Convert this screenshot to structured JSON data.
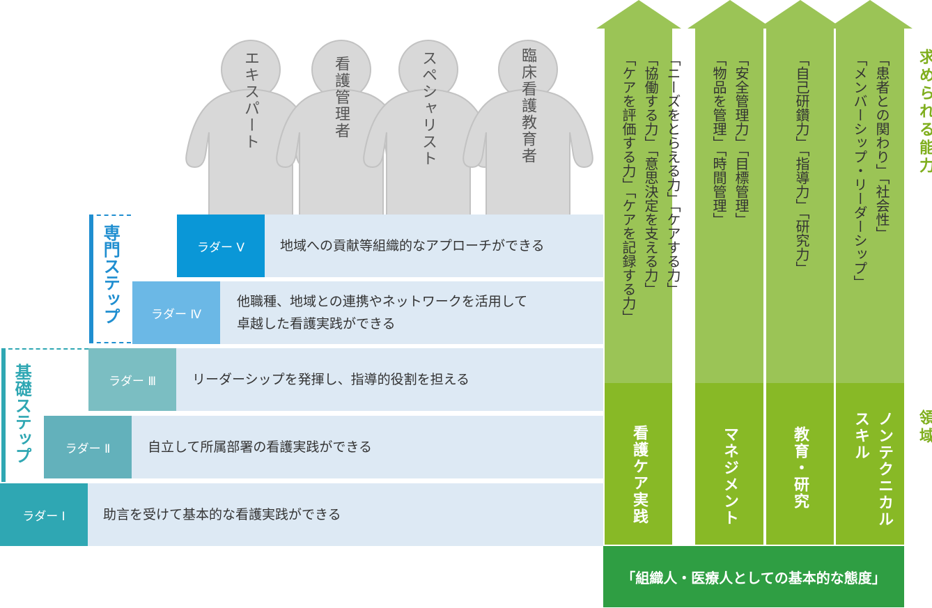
{
  "people": [
    "エキスパート",
    "看護管理者",
    "スペシャリスト",
    "臨床看護教育者"
  ],
  "steps": {
    "senmon": "専門ステップ",
    "kiso": "基礎ステップ"
  },
  "ladders": [
    {
      "label": "ラダー Ⅴ",
      "text": "地域への貢献等組織的なアプローチができる"
    },
    {
      "label": "ラダー Ⅳ",
      "text": "他職種、地域との連携やネットワークを活用して\n卓越した看護実践ができる"
    },
    {
      "label": "ラダー Ⅲ",
      "text": "リーダーシップを発揮し、指導的役割を担える"
    },
    {
      "label": "ラダー Ⅱ",
      "text": "自立して所属部署の看護実践ができる"
    },
    {
      "label": "ラダー Ⅰ",
      "text": "助言を受けて基本的な看護実践ができる"
    }
  ],
  "columns": [
    {
      "abilities": [
        "「ニーズをとらえる力」「ケアする力」",
        "「協働する力」「意思決定を支える力」",
        "「ケアを評価する力」「ケアを記録する力」"
      ],
      "domain": "看護ケア実践"
    },
    {
      "abilities": [
        "「安全管理力」「目標管理」",
        "「物品を管理」「時間管理」"
      ],
      "domain": "マネジメント"
    },
    {
      "abilities": [
        "「自己研鑽力」「指導力」「研究力」"
      ],
      "domain": "教育・研究"
    },
    {
      "abilities": [
        "「患者との関わり」「社会性」",
        "「メンバーシップ・リーダーシップ」"
      ],
      "domain": "ノンテクニカルスキル"
    }
  ],
  "side": {
    "abilities": "求められる能力",
    "domain": "領域"
  },
  "base": "「組織人・医療人としての基本的な態度」",
  "colors": {
    "bar": "#dde9f4",
    "ladder5": "#0a97d7",
    "ladder4": "#6bb8e6",
    "ladder3": "#7bbec2",
    "ladder2": "#63b1bb",
    "ladder1": "#2fa7b3",
    "senmon": "#1f8ed0",
    "kiso": "#2fa7b3",
    "arrowLight": "#9bc456",
    "arrowDark": "#88b926",
    "base": "#2f9e43"
  }
}
